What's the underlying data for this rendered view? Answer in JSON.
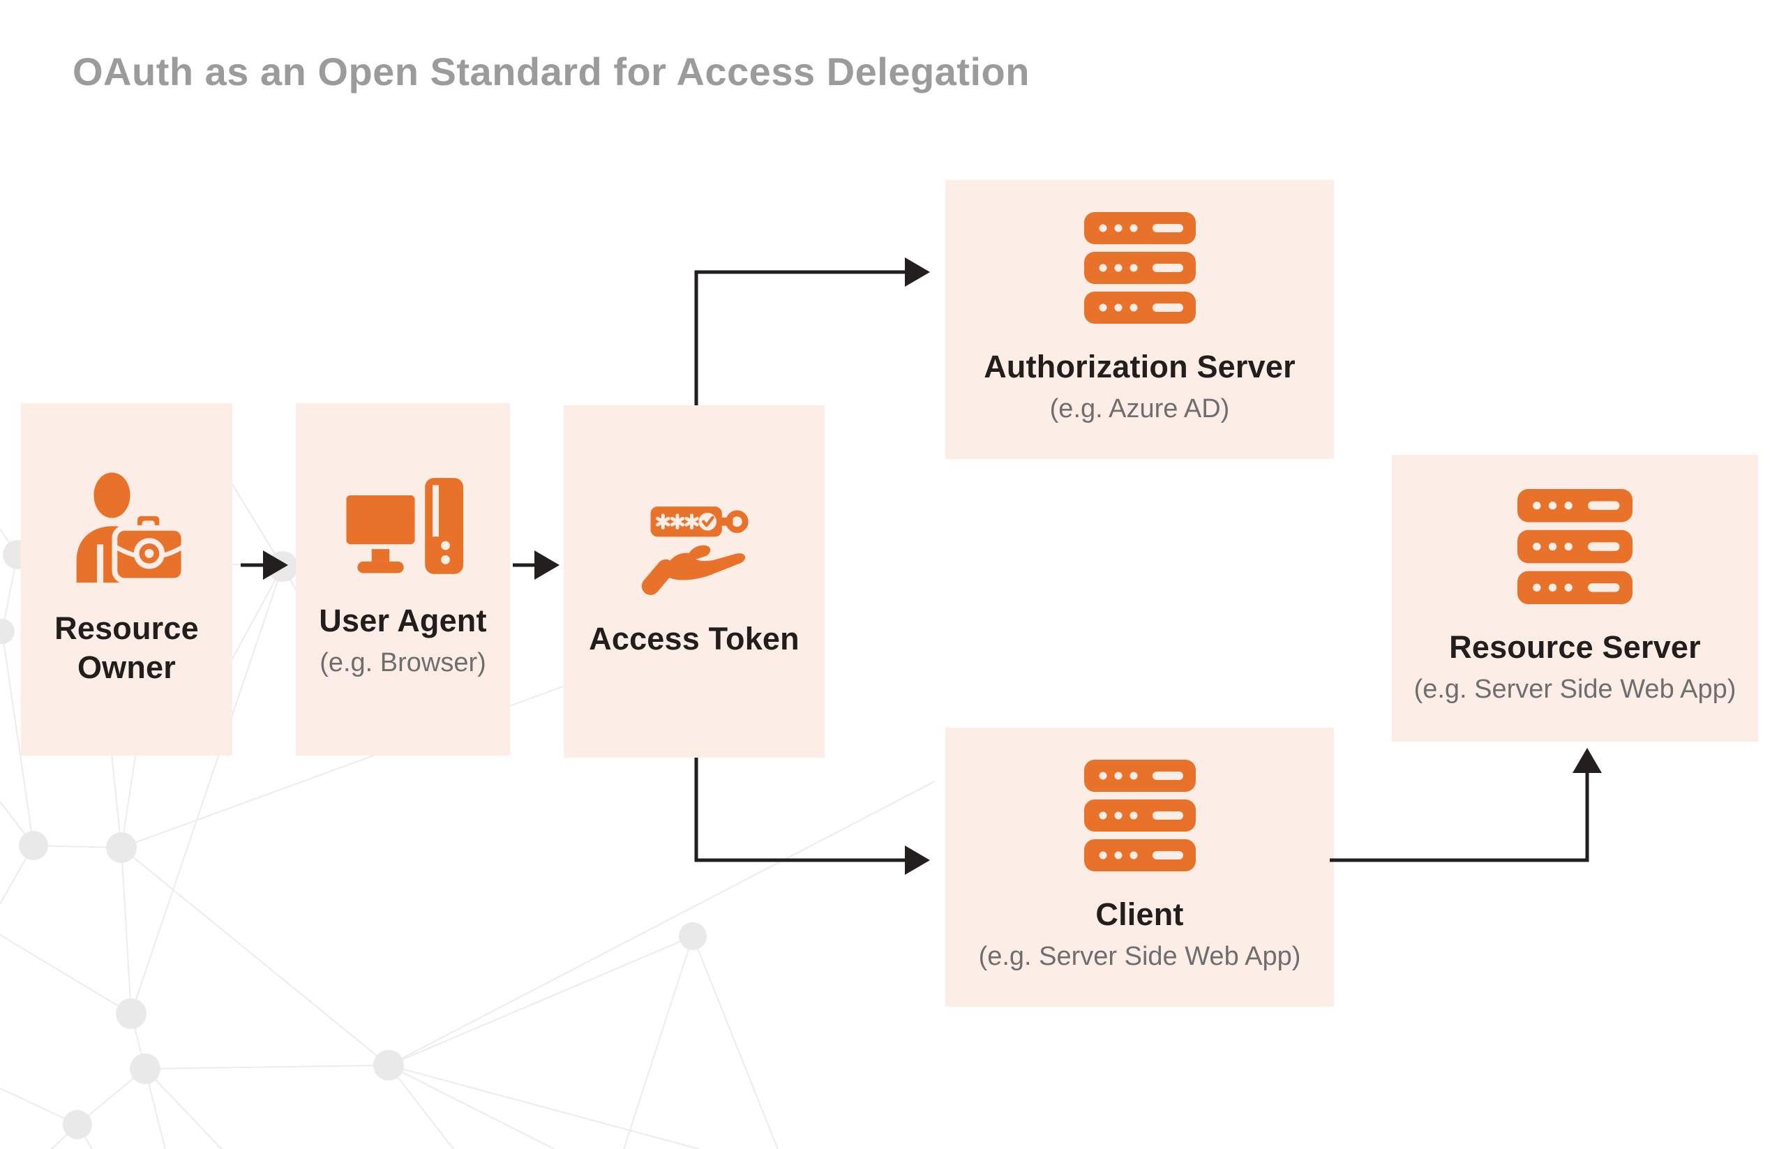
{
  "title": "OAuth as an Open Standard for Access Delegation",
  "colors": {
    "accent_orange": "#E8722A",
    "box_background": "#FCEEE6",
    "title_gray": "#9B9B9B",
    "label_dark": "#221E1E",
    "sublabel_gray": "#6E6E6E",
    "arrow_black": "#231F1F",
    "network_gray": "#ECECEC"
  },
  "nodes": [
    {
      "id": "resource-owner",
      "label": "Resource Owner",
      "sublabel": "",
      "icon": "person-briefcase-icon"
    },
    {
      "id": "user-agent",
      "label": "User Agent",
      "sublabel": "(e.g. Browser)",
      "icon": "desktop-computer-icon"
    },
    {
      "id": "access-token",
      "label": "Access Token",
      "sublabel": "",
      "icon": "token-in-hand-icon"
    },
    {
      "id": "authorization-server",
      "label": "Authorization Server",
      "sublabel": "(e.g. Azure AD)",
      "icon": "server-stack-icon"
    },
    {
      "id": "client",
      "label": "Client",
      "sublabel": "(e.g. Server Side Web App)",
      "icon": "server-stack-icon"
    },
    {
      "id": "resource-server",
      "label": "Resource Server",
      "sublabel": "(e.g. Server Side Web App)",
      "icon": "server-stack-icon"
    }
  ],
  "connections": [
    {
      "from": "resource-owner",
      "to": "user-agent"
    },
    {
      "from": "user-agent",
      "to": "access-token"
    },
    {
      "from": "access-token",
      "to": "authorization-server"
    },
    {
      "from": "access-token",
      "to": "client"
    },
    {
      "from": "client",
      "to": "resource-server"
    }
  ]
}
